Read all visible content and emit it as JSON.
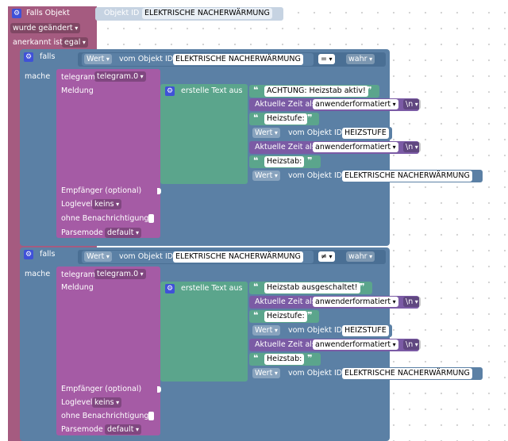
{
  "colors": {
    "event": "#a55b80",
    "logic": "#5b80a5",
    "telegram": "#a55ba5",
    "text": "#5ba58c",
    "time": "#7b5ba5",
    "value": "#5b80a5"
  },
  "icons": {
    "gear": "gear-icon"
  },
  "trigger": {
    "falls_objekt": "Falls Objekt",
    "objekt_id": "Objekt ID",
    "objekt_name": "ELEKTRISCHE NACHERWÄRMUNG",
    "wurde_geaendert": "wurde geändert",
    "anerkannt_ist": "anerkannt ist",
    "egal": "egal"
  },
  "blocks": [
    {
      "falls": "falls",
      "cond_wert": "Wert",
      "cond_vom": "vom Objekt ID",
      "cond_obj": "ELEKTRISCHE NACHERWÄRMUNG",
      "cond_op": "=",
      "cond_val": "wahr",
      "mache": "mache",
      "telegram": "telegram",
      "telegram_inst": "telegram.0",
      "meldung": "Meldung",
      "erstelle_text": "erstelle Text aus",
      "t1": "ACHTUNG: Heizstab aktiv!",
      "aktuelle_zeit": "Aktuelle Zeit als",
      "format": "anwenderformatiert",
      "nl": "\\n",
      "t_heizstufe": "Heizstufe:",
      "wert": "Wert",
      "vom_objekt": "vom Objekt ID",
      "obj_heizstufe": "HEIZSTUFE",
      "t_heizstab": "Heizstab:",
      "obj_elek": "ELEKTRISCHE NACHERWÄRMUNG",
      "empfaenger": "Empfänger (optional)",
      "loglevel": "Loglevel",
      "keins": "keins",
      "ohne": "ohne Benachrichtigung",
      "parsemode": "Parsemode",
      "default": "default"
    },
    {
      "falls": "falls",
      "cond_wert": "Wert",
      "cond_vom": "vom Objekt ID",
      "cond_obj": "ELEKTRISCHE NACHERWÄRMUNG",
      "cond_op": "≠",
      "cond_val": "wahr",
      "mache": "mache",
      "telegram": "telegram",
      "telegram_inst": "telegram.0",
      "meldung": "Meldung",
      "erstelle_text": "erstelle Text aus",
      "t1": "Heizstab ausgeschaltet!",
      "aktuelle_zeit": "Aktuelle Zeit als",
      "format": "anwenderformatiert",
      "nl": "\\n",
      "t_heizstufe": "Heizstufe:",
      "wert": "Wert",
      "vom_objekt": "vom Objekt ID",
      "obj_heizstufe": "HEIZSTUFE",
      "t_heizstab": "Heizstab:",
      "obj_elek": "ELEKTRISCHE NACHERWÄRMUNG",
      "empfaenger": "Empfänger (optional)",
      "loglevel": "Loglevel",
      "keins": "keins",
      "ohne": "ohne Benachrichtigung",
      "parsemode": "Parsemode",
      "default": "default"
    }
  ]
}
